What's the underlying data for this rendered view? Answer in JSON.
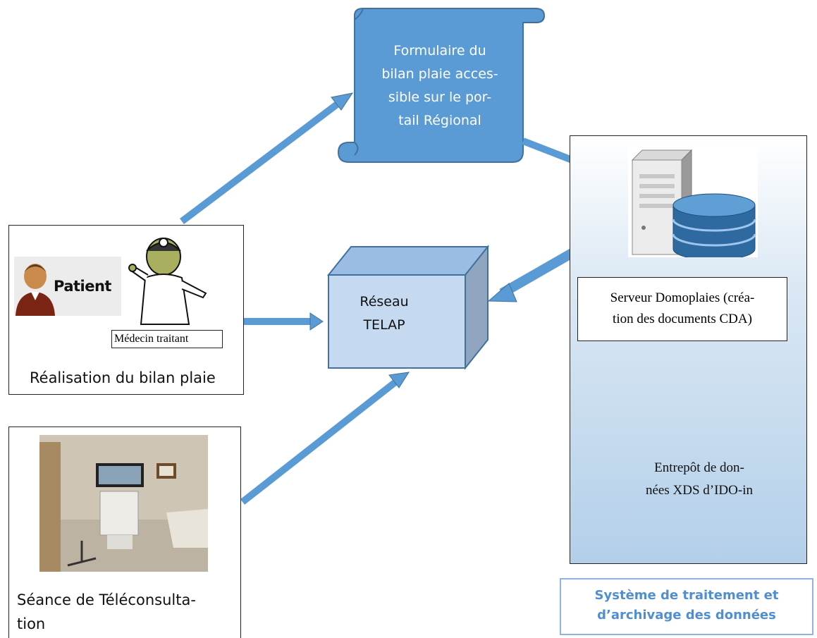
{
  "scroll": {
    "lines": [
      "Formulaire du",
      "bilan plaie acces-",
      "sible sur le por-",
      "tail Régional"
    ]
  },
  "patient": {
    "label": "Patient"
  },
  "medecin": {
    "label": "Médecin traitant"
  },
  "bilan": {
    "caption": "Réalisation du bilan plaie"
  },
  "teleconsultation": {
    "caption_lines": [
      "Séance de Téléconsulta-",
      "tion"
    ]
  },
  "reseau": {
    "lines": [
      "Réseau",
      "TELAP"
    ]
  },
  "serveur": {
    "lines": [
      "Serveur Domoplaies (créa-",
      "tion des documents CDA)"
    ]
  },
  "entrepot": {
    "lines": [
      "Entrepôt de don-",
      "nées XDS d’IDO-in"
    ]
  },
  "system": {
    "title_lines": [
      "Système de traitement et",
      "d’archivage des données"
    ]
  },
  "colors": {
    "arrow": "#5b9bd5",
    "arrow_stroke": "#41719c",
    "scroll_fill": "#5b9bd5",
    "cube_front": "#c5daf0",
    "cylinder_fill": "#ffe088",
    "title_blue": "#4f8fd1"
  }
}
